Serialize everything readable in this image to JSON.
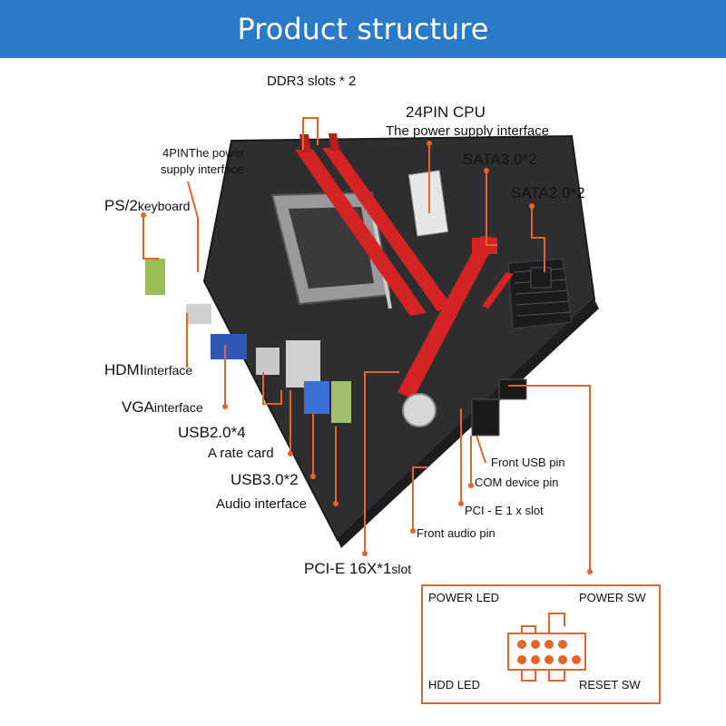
{
  "header": {
    "title": "Product structure"
  },
  "labels": {
    "ddr3": "DDR3 slots * 2",
    "cpu24_title": "24PIN CPU",
    "cpu24_sub": "The power supply interface",
    "pin4_line1": "4PINThe power",
    "pin4_line2": "supply interface",
    "sata3": "SATA3.0*2",
    "sata2": "SATA2.0*2",
    "ps2_bold": "PS/2",
    "ps2_rest": "keyboard",
    "hdmi_bold": "HDMI",
    "hdmi_rest": "interface",
    "vga_bold": "VGA",
    "vga_rest": "interface",
    "usb2": "USB2.0*4",
    "rate_card": "A rate card",
    "usb3": "USB3.0*2",
    "audio": "Audio interface",
    "pcie16_bold": "PCI-E 16X*1",
    "pcie16_rest": "slot",
    "front_usb": "Front USB pin",
    "com": "COM device pin",
    "pcie1": "PCI - E 1 x slot",
    "front_audio": "Front audio pin"
  },
  "panel": {
    "power_led": "POWER LED",
    "power_sw": "POWER SW",
    "hdd_led": "HDD LED",
    "reset_sw": "RESET SW"
  },
  "colors": {
    "header_bg": "#2b7ac7",
    "callout": "#e8632a",
    "board": "#2e2e30",
    "slot_red": "#d42323"
  }
}
